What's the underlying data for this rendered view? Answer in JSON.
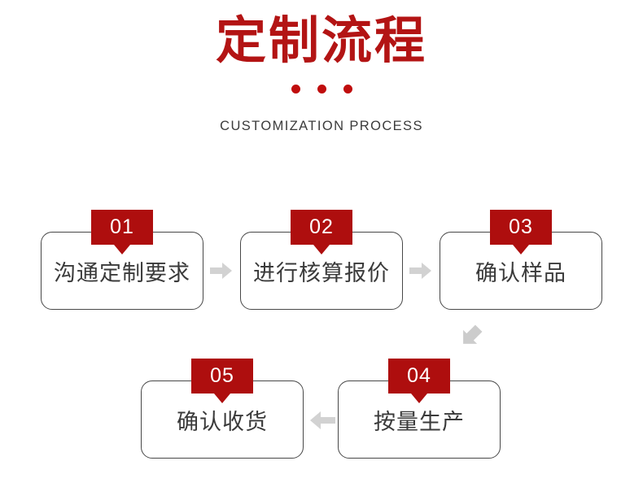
{
  "header": {
    "title": "定制流程",
    "subtitle": "CUSTOMIZATION PROCESS",
    "dot_count": 3,
    "title_color": "#b31414",
    "dot_color": "#c00d0d",
    "subtitle_color": "#3b3b3b"
  },
  "colors": {
    "badge_red": "#ae0e0e",
    "box_border": "#484848",
    "box_text": "#3a3a3a",
    "arrow_gray": "#d2d2d2",
    "background": "#ffffff"
  },
  "flow": {
    "steps": [
      {
        "number": "01",
        "label": "沟通定制要求"
      },
      {
        "number": "02",
        "label": "进行核算报价"
      },
      {
        "number": "03",
        "label": "确认样品"
      },
      {
        "number": "04",
        "label": "按量生产"
      },
      {
        "number": "05",
        "label": "确认收货"
      }
    ],
    "connectors": [
      {
        "name": "arrow-step1-to-step2",
        "direction": "right"
      },
      {
        "name": "arrow-step2-to-step3",
        "direction": "right"
      },
      {
        "name": "arrow-step3-to-step4",
        "direction": "down-left"
      },
      {
        "name": "arrow-step4-to-step5",
        "direction": "left"
      }
    ]
  }
}
